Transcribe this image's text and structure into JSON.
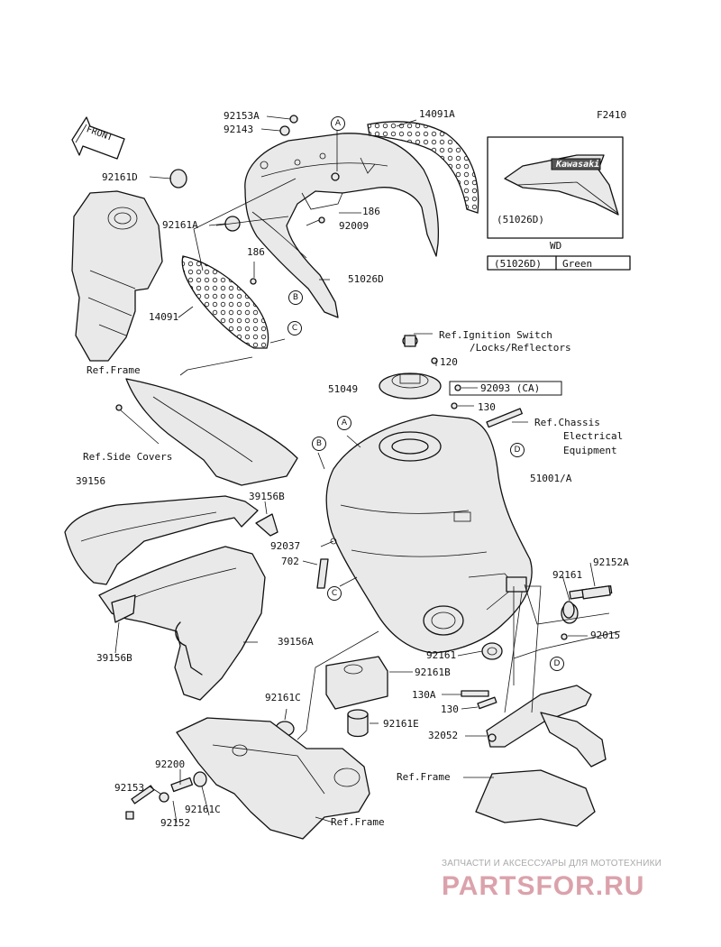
{
  "figure_code": "F2410",
  "front_label": "FRONT",
  "inset": {
    "part_ref": "(51026D)",
    "logo_text": "Kawasaki",
    "table_header": "WD",
    "table_rows": [
      {
        "part": "(51026D)",
        "color": "Green"
      }
    ]
  },
  "callouts": {
    "p92153A": "92153A",
    "p92143": "92143",
    "p92161D": "92161D",
    "p92161A": "92161A",
    "p14091A": "14091A",
    "p186_top": "186",
    "p92009": "92009",
    "p186_mid": "186",
    "p51026D": "51026D",
    "p14091": "14091",
    "ref_frame_1": "Ref.Frame",
    "ref_ignition_1": "Ref.Ignition Switch",
    "ref_ignition_2": "/Locks/Reflectors",
    "p120": "120",
    "p51049": "51049",
    "p92093": "92093  (CA)",
    "p130_top": "130",
    "ref_chassis_1": "Ref.Chassis",
    "ref_chassis_2": "Electrical",
    "ref_chassis_3": "Equipment",
    "p51001A": "51001/A",
    "ref_side_covers": "Ref.Side Covers",
    "p39156": "39156",
    "p39156B_top": "39156B",
    "p92037": "92037",
    "p702": "702",
    "p92152A": "92152A",
    "p92161_right": "92161",
    "p92015": "92015",
    "p39156B_left": "39156B",
    "p39156A": "39156A",
    "p92161_mid": "92161",
    "p92161B": "92161B",
    "p130A": "130A",
    "p130_bot": "130",
    "p92161C_top": "92161C",
    "p92161E": "92161E",
    "p32052": "32052",
    "p92200": "92200",
    "ref_frame_2": "Ref.Frame",
    "p92153": "92153",
    "p92161C_bot": "92161C",
    "ref_frame_3": "Ref.Frame",
    "p92152": "92152"
  },
  "reference_markers": [
    "A",
    "B",
    "C",
    "D"
  ],
  "watermark": {
    "line1": "ЗАПЧАСТИ И АКСЕССУАРЫ ДЛЯ МОТОТЕХНИКИ",
    "line2": "PARTSFOR.RU",
    "color": "#d9a0a8"
  }
}
